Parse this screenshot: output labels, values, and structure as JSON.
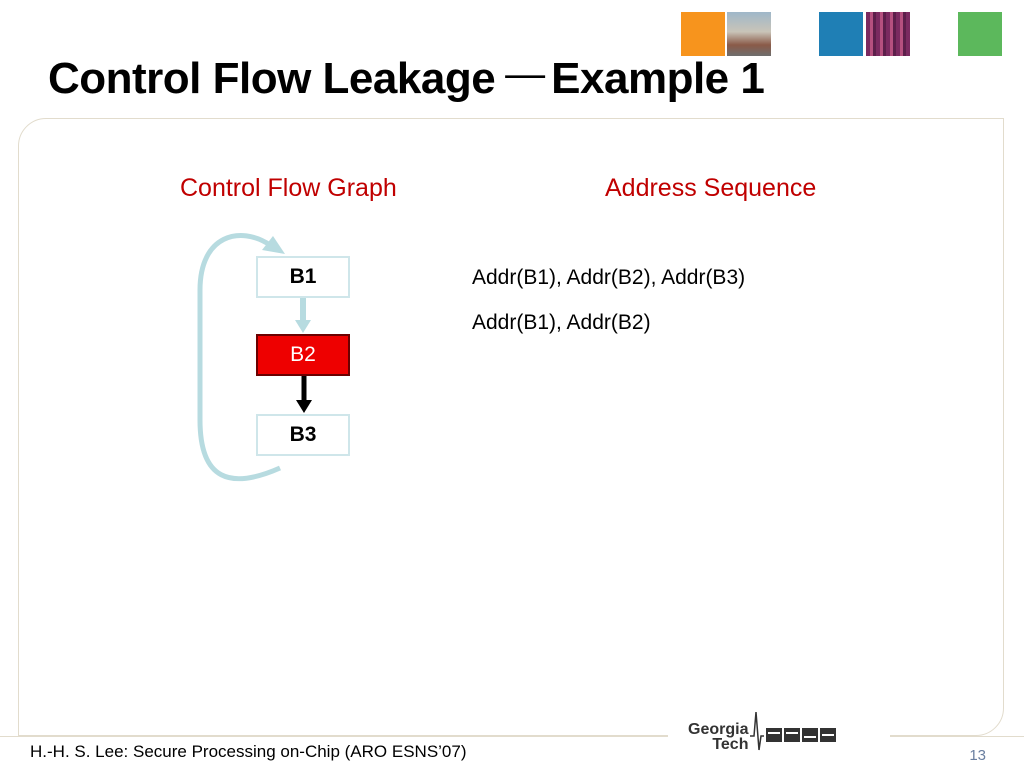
{
  "slide": {
    "title_main": "Control Flow Leakage",
    "title_dash": "—",
    "title_tail": "Example 1",
    "page_number": "13"
  },
  "headings": {
    "graph": "Control Flow Graph",
    "sequence": "Address Sequence"
  },
  "graph": {
    "blocks": [
      {
        "label": "B1",
        "highlighted": false
      },
      {
        "label": "B2",
        "highlighted": true
      },
      {
        "label": "B3",
        "highlighted": false
      }
    ],
    "edge_colors": {
      "loop": "#b7dbe0",
      "taken": "#000000",
      "highlight": "#ee0000"
    }
  },
  "address_sequence": [
    "Addr(B1), Addr(B2), Addr(B3)",
    "Addr(B1), Addr(B2)"
  ],
  "footer": {
    "citation": "H.-H. S. Lee: Secure Processing on-Chip (ARO ESNS’07)",
    "logo_text_1": "Georgia",
    "logo_text_2": "Tech"
  },
  "colors": {
    "accent": "#c00000",
    "tile_orange": "#f7941d",
    "tile_blue": "#1f7fb5",
    "tile_green": "#5cb85c"
  }
}
